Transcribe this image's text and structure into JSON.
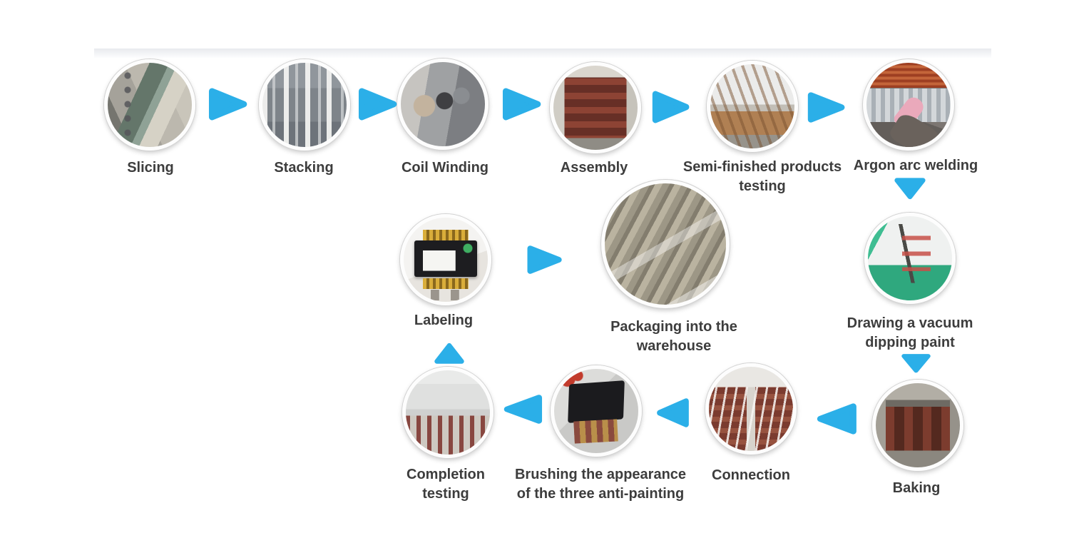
{
  "diagram": {
    "arrow_color": "#2bafe8",
    "label_color": "#3d3d3d",
    "steps": [
      {
        "id": "slicing",
        "label": "Slicing"
      },
      {
        "id": "stacking",
        "label": "Stacking"
      },
      {
        "id": "coil-winding",
        "label": "Coil Winding"
      },
      {
        "id": "assembly",
        "label": "Assembly"
      },
      {
        "id": "semi-finished-products-testing",
        "label": "Semi-finished products testing"
      },
      {
        "id": "argon-arc-welding",
        "label": "Argon arc welding"
      },
      {
        "id": "drawing-a-vacuum-dipping-paint",
        "label": "Drawing a vacuum dipping paint"
      },
      {
        "id": "baking",
        "label": "Baking"
      },
      {
        "id": "connection",
        "label": "Connection"
      },
      {
        "id": "brushing-the-appearance-of-the-three-anti-painting",
        "label": "Brushing the appearance of the three anti-painting"
      },
      {
        "id": "completion-testing",
        "label": "Completion testing"
      },
      {
        "id": "labeling",
        "label": "Labeling"
      },
      {
        "id": "packaging-into-the-warehouse",
        "label": "Packaging into the warehouse"
      }
    ]
  }
}
